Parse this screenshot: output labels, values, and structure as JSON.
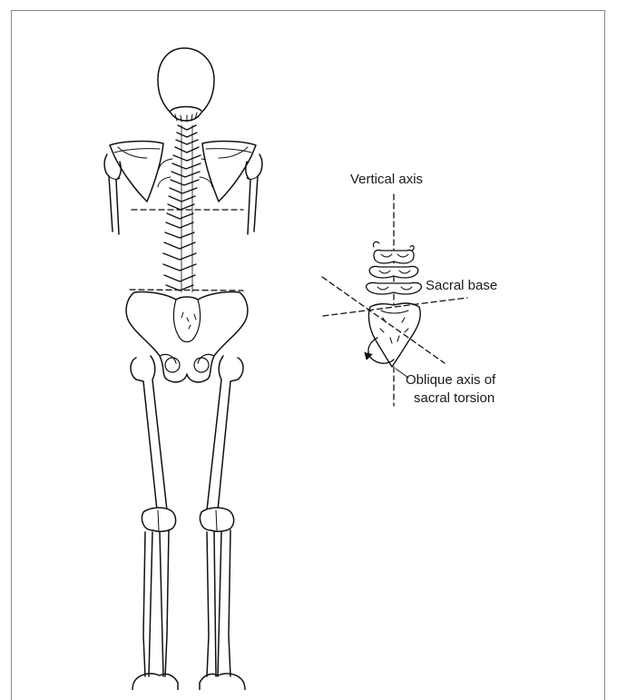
{
  "diagram": {
    "labels": {
      "vertical_axis": "Vertical axis",
      "sacral_base": "Sacral base",
      "oblique_axis_line1": "Oblique axis of",
      "oblique_axis_line2": "sacral torsion"
    }
  }
}
